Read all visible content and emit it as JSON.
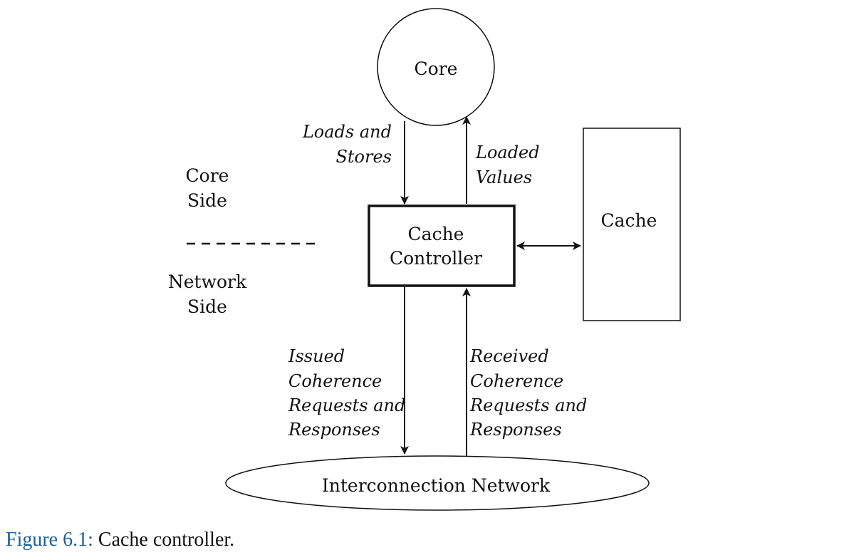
{
  "diagram": {
    "nodes": {
      "core": "Core",
      "controller": [
        "Cache",
        "Controller"
      ],
      "cache": "Cache",
      "network": "Interconnection Network"
    },
    "side_labels": {
      "core_side": [
        "Core",
        "Side"
      ],
      "network_side": [
        "Network",
        "Side"
      ]
    },
    "edge_labels": {
      "loads_stores": [
        "Loads and",
        "Stores"
      ],
      "loaded_values": [
        "Loaded",
        "Values"
      ],
      "issued": [
        "Issued",
        "Coherence",
        "Requests and",
        "Responses"
      ],
      "received": [
        "Received",
        "Coherence",
        "Requests and",
        "Responses"
      ]
    }
  },
  "caption": {
    "number": "Figure 6.1:",
    "text": " Cache controller."
  },
  "colors": {
    "ink": "#111111",
    "caption_number": "#1a5f9e"
  }
}
